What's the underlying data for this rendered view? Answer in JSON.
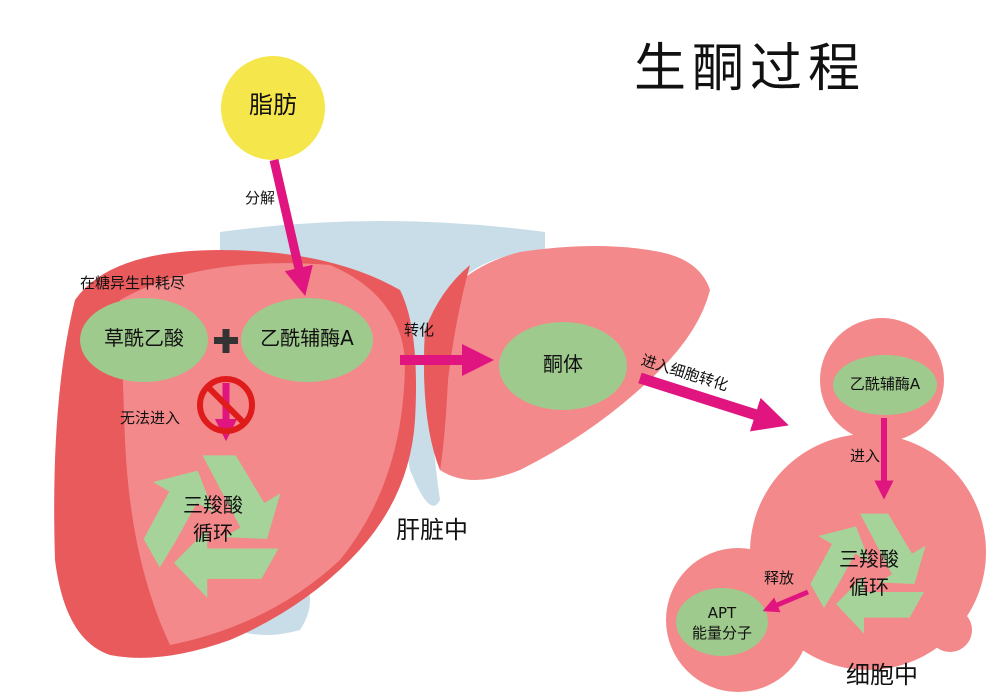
{
  "title": "生酮过程",
  "nodes": {
    "fat": "脂肪",
    "oxaloacetate": "草酰乙酸",
    "acetyl_coa_liver": "乙酰辅酶A",
    "ketone": "酮体",
    "acetyl_coa_cell": "乙酰辅酶A",
    "tca_liver_line1": "三羧酸",
    "tca_liver_line2": "循环",
    "tca_cell_line1": "三羧酸",
    "tca_cell_line2": "循环",
    "atp_line1": "APT",
    "atp_line2": "能量分子"
  },
  "edges": {
    "decompose": "分解",
    "depleted": "在糖异生中耗尽",
    "plus": "+",
    "blocked": "无法进入",
    "convert": "转化",
    "enter_cell": "进入细胞转化",
    "enter": "进入",
    "release": "释放"
  },
  "regions": {
    "liver": "肝脏中",
    "cell": "细胞中"
  },
  "colors": {
    "liver": "#f3898a",
    "liver_dark": "#e85a5c",
    "liver_light": "#f8a6a3",
    "gallbladder": "#c9dde8",
    "node_green": "#9fca8d",
    "fat_yellow": "#f5e64b",
    "arrow": "#e0157f",
    "no_sign": "#e01b1b",
    "recycle": "#a6d39a"
  },
  "icons": [
    "recycle-icon",
    "no-entry-icon",
    "plus-icon"
  ]
}
